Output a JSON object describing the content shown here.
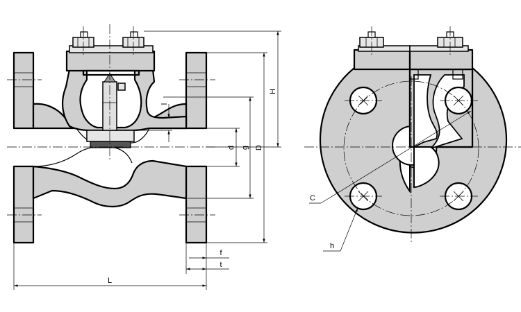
{
  "labels": {
    "H": "H",
    "D": "D",
    "g": "g",
    "d": "d",
    "l": "l",
    "f": "f",
    "t": "t",
    "L": "L",
    "C": "C",
    "h": "h"
  },
  "colors": {
    "line": "#000000",
    "body_fill": "#cfcfcf",
    "background": "#ffffff"
  }
}
